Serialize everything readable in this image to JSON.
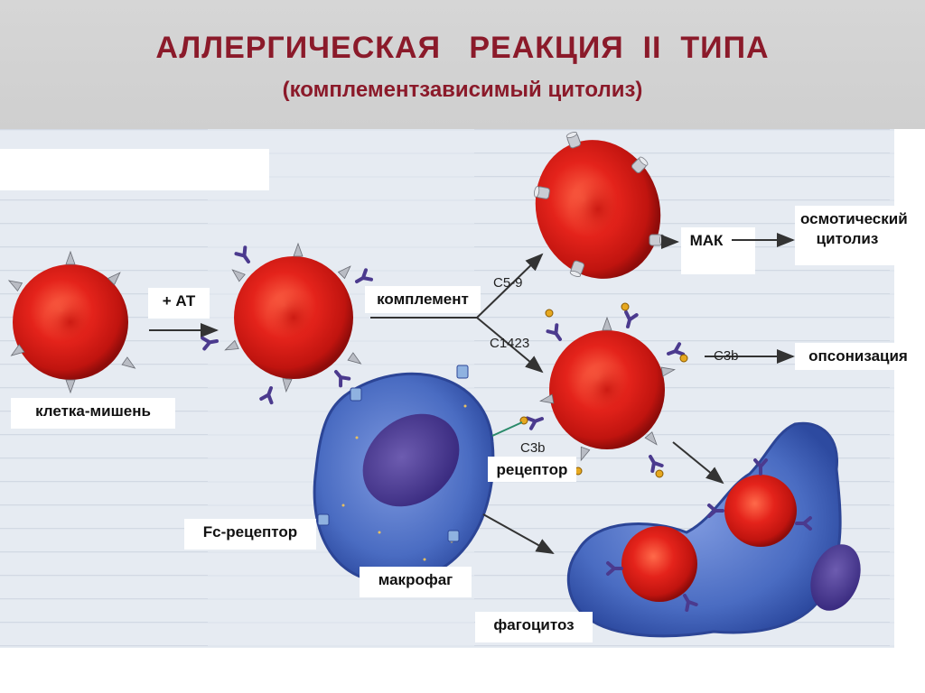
{
  "header": {
    "title": "АЛЛЕРГИЧЕСКАЯ   РЕАКЦИЯ  II  ТИПА",
    "subtitle": "(комплементзависимый цитолиз)"
  },
  "labels": {
    "target_cell": "клетка-мишень",
    "plus_at": "+ АТ",
    "complement": "комплемент",
    "mak": "МАК",
    "osmotic_cytolysis": "осмотический цитолиз",
    "opsonization": "опсонизация",
    "receptor": "рецептор",
    "fc_receptor": "Fc-рецептор",
    "macrophage": "макрофаг",
    "phagocytosis": "фагоцитоз"
  },
  "small_labels": {
    "c59": "C5-9",
    "c1423": "C1423",
    "c3b_right": "C3b",
    "c3b_lower": "C3b"
  },
  "colors": {
    "title": "#8b1a2a",
    "cell_red": "#e0201a",
    "macrophage_blue": "#4a6fc0",
    "antibody_purple": "#4b3a8e"
  }
}
